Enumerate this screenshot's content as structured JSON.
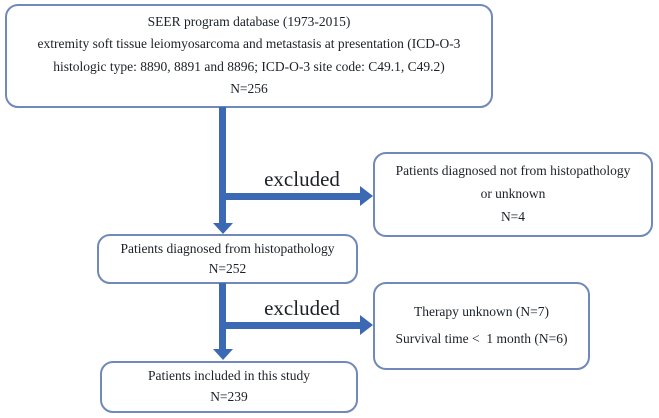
{
  "theme": {
    "background": "#ffffff",
    "box_border_color": "#7088ba",
    "arrow_color": "#3b69b4",
    "text_color": "#1c2128"
  },
  "flowchart": {
    "source_box": {
      "lines": [
        "SEER program database (1973-2015)",
        "extremity soft tissue leiomyosarcoma and metastasis at presentation (ICD-O-3",
        "histologic type: 8890, 8891 and 8896; ICD-O-3 site code: C49.1, C49.2)",
        "N=256"
      ]
    },
    "excluded_label_1": "excluded",
    "excluded_box_1": {
      "lines": [
        "Patients diagnosed not from histopathology",
        "or unknown",
        "N=4"
      ]
    },
    "histopathology_box": {
      "lines": [
        "Patients diagnosed from histopathology",
        "N=252"
      ]
    },
    "excluded_label_2": "excluded",
    "excluded_box_2": {
      "lines": [
        "Therapy unknown (N=7)",
        "Survival time <  1 month (N=6)"
      ]
    },
    "included_box": {
      "lines": [
        "Patients included in this study",
        "N=239"
      ]
    }
  }
}
